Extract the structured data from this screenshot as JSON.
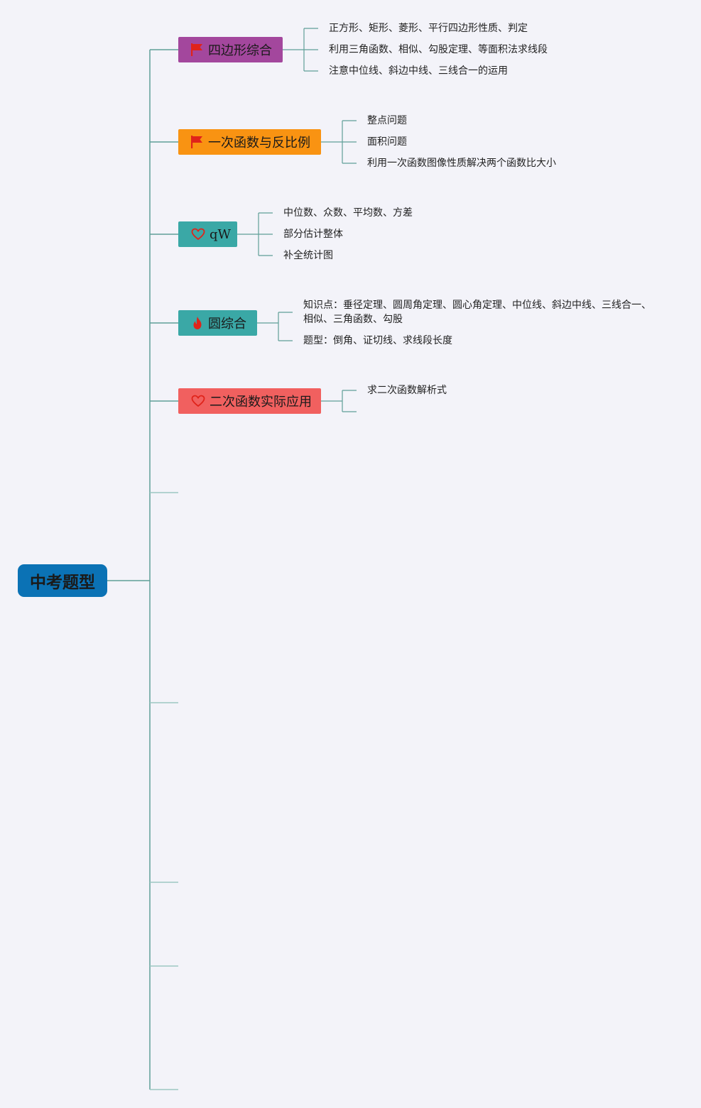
{
  "root": {
    "label": "中考题型",
    "color": "#0b72b5"
  },
  "line_color": "#5f9f98",
  "topics": [
    {
      "label": "四边形综合",
      "icon": "flag-icon",
      "color": "#a3479d",
      "children": [
        "正方形、矩形、菱形、平行四边形性质、判定",
        "利用三角函数、相似、勾股定理、等面积法求线段",
        "注意中位线、斜边中线、三线合一的运用"
      ]
    },
    {
      "label": "一次函数与反比例",
      "icon": "flag-icon",
      "color": "#f99312",
      "children": [
        "整点问题",
        "面积问题",
        "利用一次函数图像性质解决两个函数比大小"
      ]
    },
    {
      "label": "qW",
      "icon": "heart-icon",
      "color": "#3aa8a6",
      "children": [
        "中位数、众数、平均数、方差",
        "部分估计整体",
        "补全统计图"
      ]
    },
    {
      "label": "圆综合",
      "icon": "fire-icon",
      "color": "#3aa8a6",
      "children": [
        "知识点：垂径定理、圆周角定理、圆心角定理、中位线、斜边中线、三线合一、相似、三角函数、勾股",
        "题型：倒角、证切线、求线段长度"
      ]
    },
    {
      "label": "二次函数实际应用",
      "icon": "heart-icon",
      "color": "#f1605f",
      "children": [
        "求二次函数解析式"
      ]
    }
  ]
}
